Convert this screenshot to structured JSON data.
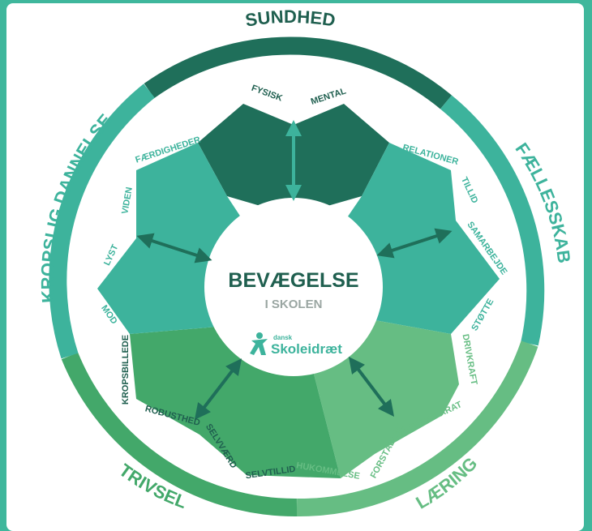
{
  "colors": {
    "background": "#3fb79c",
    "dark_green": "#1f6f5a",
    "teal": "#3db39c",
    "green": "#43a86a",
    "light_green": "#66bd83",
    "text_dark": "#1f5f4f"
  },
  "center": {
    "title": "BEVÆGELSE",
    "subtitle": "I SKOLEN",
    "logo_small": "dansk",
    "logo_name": "Skoleidræt"
  },
  "ring": {
    "top": "SUNDHED",
    "right": "FÆLLESSKAB",
    "left": "KROPSLIG DANNELSE",
    "bottom_left": "TRIVSEL",
    "bottom_right": "LÆRING"
  },
  "segments": {
    "sundhed": [
      "FYSISK",
      "MENTAL"
    ],
    "faellesskab": [
      "RELATIONER",
      "TILLID",
      "SAMARBEJDE",
      "STØTTE"
    ],
    "laering": [
      "DRIVKRAFT",
      "LÆRINGSPARAT",
      "FORSTÅELSE",
      "HUKOMMELSE"
    ],
    "trivsel": [
      "SELVTILLID",
      "SELVVÆRD",
      "ROBUSTHED",
      "KROPSBILLEDE"
    ],
    "kropslig": [
      "MOD",
      "LYST",
      "VIDEN",
      "FÆRDIGHEDER"
    ]
  }
}
